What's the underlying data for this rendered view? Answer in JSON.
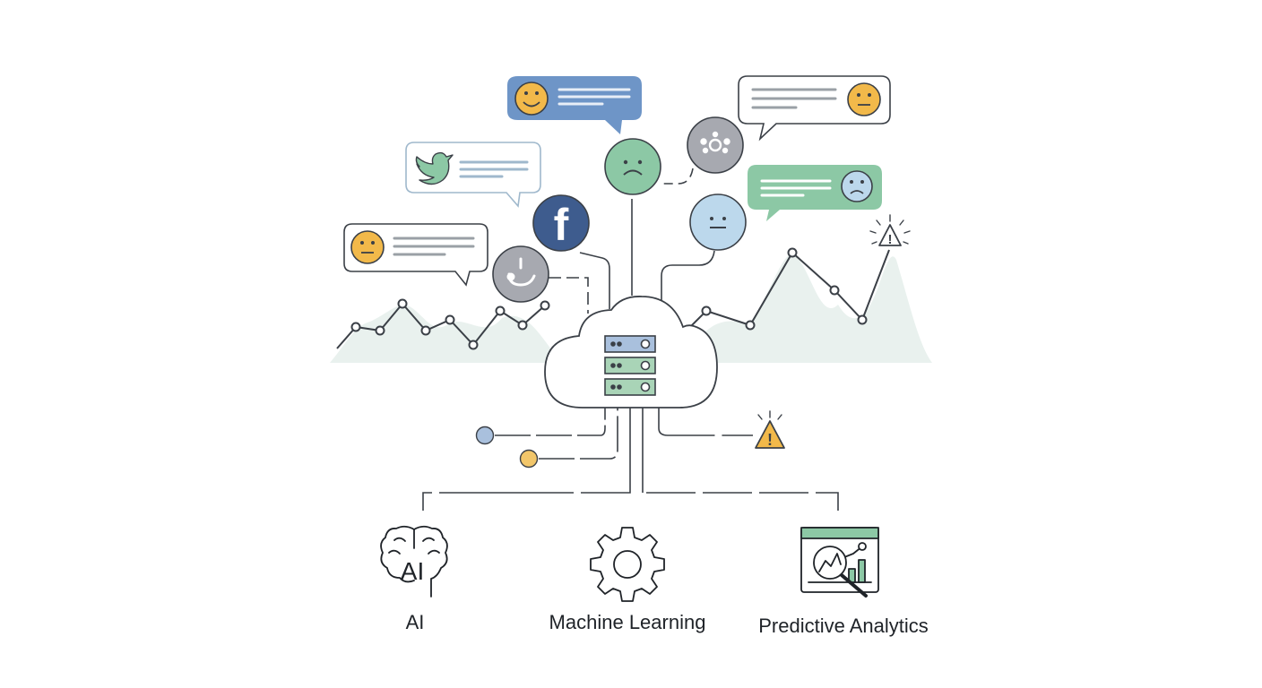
{
  "captions": {
    "ai": "AI",
    "machine_learning": "Machine Learning",
    "predictive_analytics": "Predictive Analytics"
  },
  "icon_text": {
    "brain_label": "AI",
    "facebook_letter": "f",
    "warning_mark": "!"
  },
  "icons": [
    "happy-face-icon",
    "sad-face-icon",
    "neutral-face-icon",
    "twitter-bird-icon",
    "facebook-icon",
    "warning-icon",
    "cloud-server-icon",
    "brain-icon",
    "gear-icon",
    "analytics-magnifier-icon"
  ],
  "colors": {
    "line": "#3b4047",
    "blue_fill": "#6e95c7",
    "green_fill": "#8cc8a5",
    "light_blue_fill": "#bcd8ec",
    "gray_fill": "#a7a9b0",
    "orange_fill": "#f2b94a",
    "chart_area": "#e9f1ee"
  }
}
